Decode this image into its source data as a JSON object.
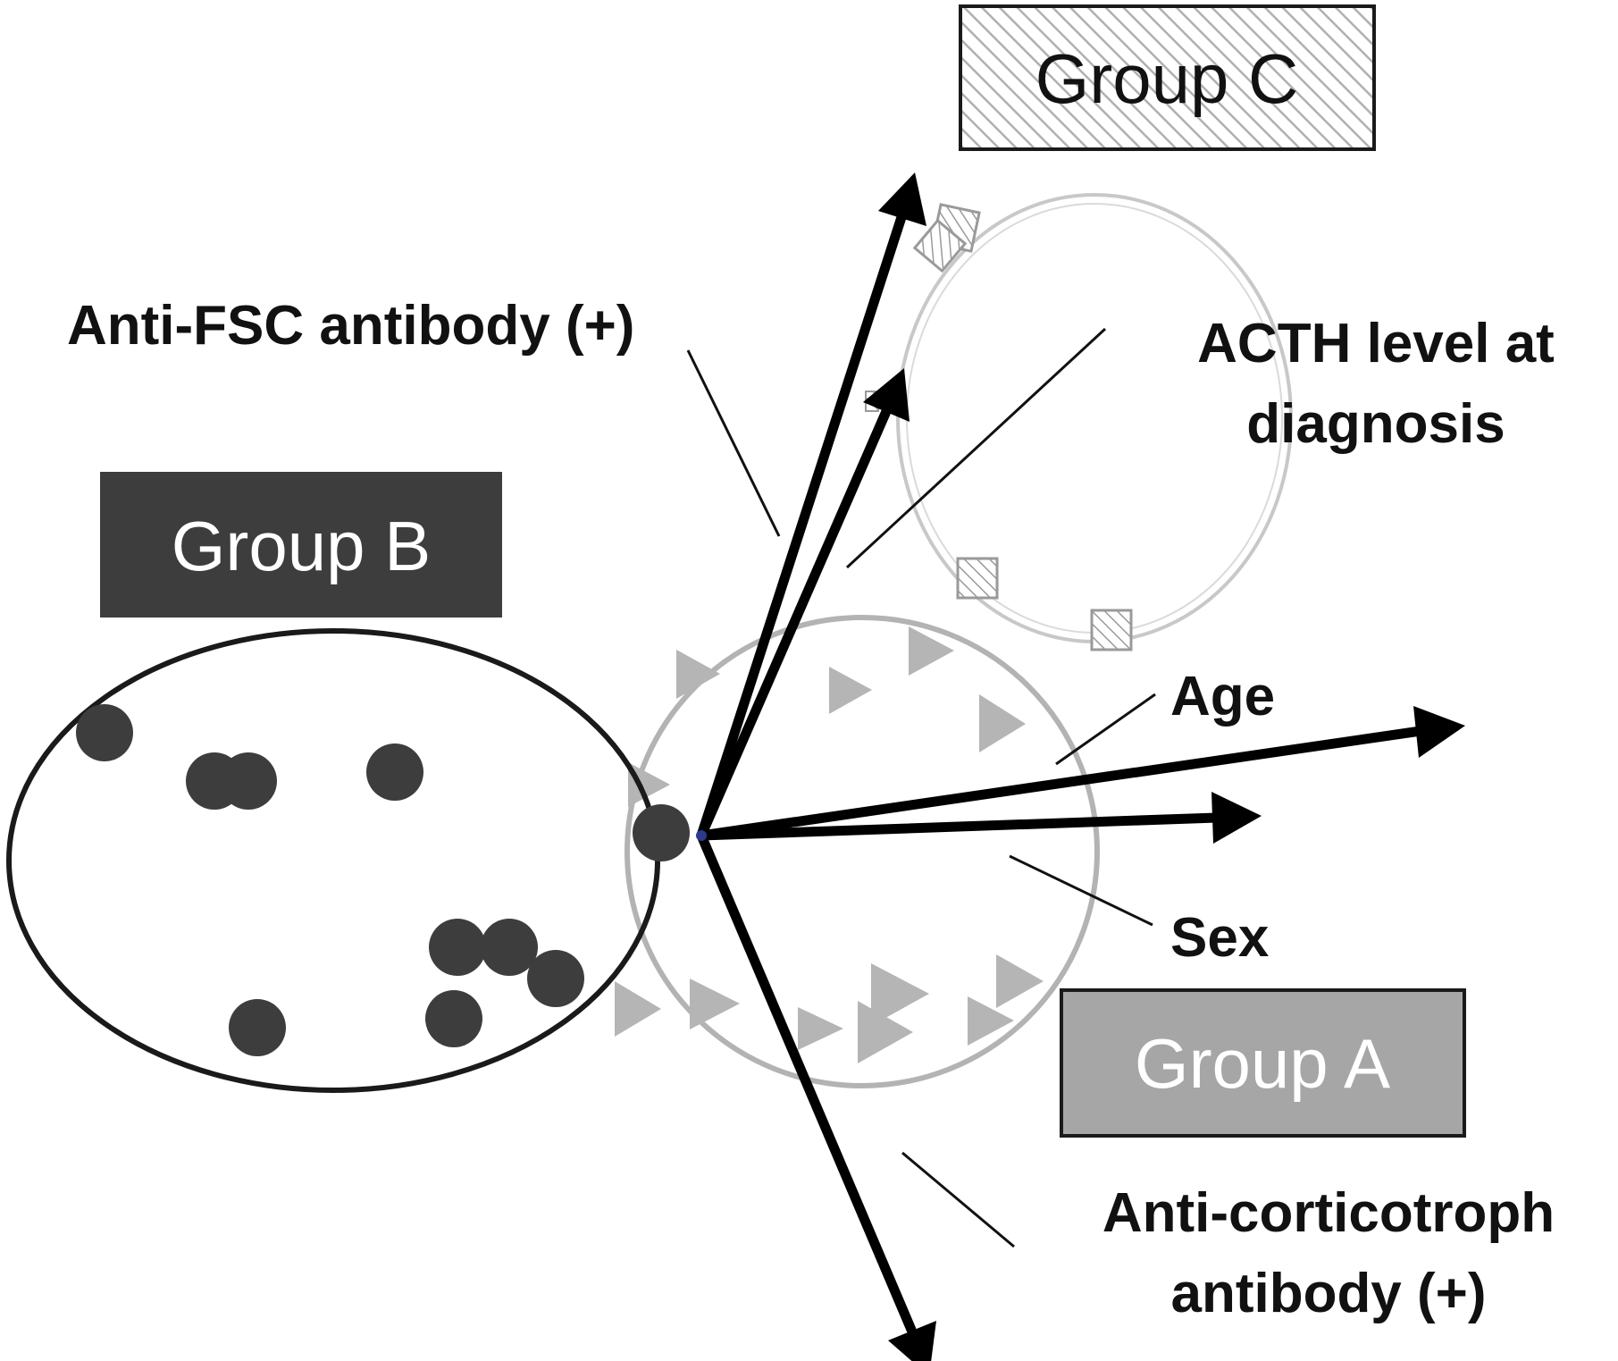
{
  "colors": {
    "group_a": "#a6a6a6",
    "group_b": "#3d3d3d",
    "group_c_hatch": "#b0b0b0",
    "vector": "#000000",
    "label_text": "#111111"
  },
  "groups": {
    "a": {
      "label": "Group A",
      "marker": "triangle"
    },
    "b": {
      "label": "Group B",
      "marker": "circle"
    },
    "c": {
      "label": "Group C",
      "marker": "hatched-square"
    }
  },
  "variables": {
    "anti_fsc": {
      "label": "Anti-FSC antibody (+)"
    },
    "acth": {
      "line1": "ACTH level at",
      "line2": "diagnosis"
    },
    "age": {
      "label": "Age"
    },
    "sex": {
      "label": "Sex"
    },
    "anti_corticotroph": {
      "line1": "Anti-corticotroph",
      "line2": "antibody (+)"
    }
  }
}
